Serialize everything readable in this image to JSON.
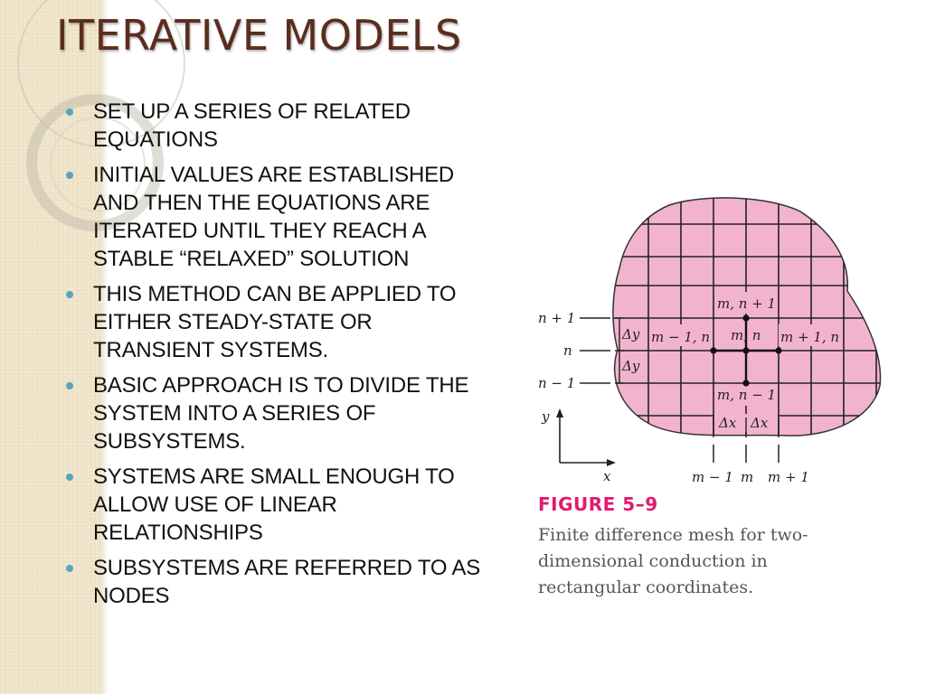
{
  "slide": {
    "title": "ITERATIVE MODELS",
    "bullets": [
      "SET UP A SERIES OF RELATED EQUATIONS",
      "INITIAL VALUES ARE ESTABLISHED AND THEN THE EQUATIONS ARE ITERATED UNTIL THEY REACH A STABLE “RELAXED” SOLUTION",
      "THIS METHOD CAN BE APPLIED TO EITHER STEADY-STATE OR TRANSIENT SYSTEMS.",
      "BASIC APPROACH IS TO DIVIDE THE SYSTEM INTO A SERIES OF SUBSYSTEMS.",
      "SYSTEMS ARE SMALL ENOUGH TO ALLOW USE OF LINEAR RELATIONSHIPS",
      "SUBSYSTEMS ARE REFERRED TO AS NODES"
    ]
  },
  "figure": {
    "label": "FIGURE 5–9",
    "caption": "Finite difference mesh for two-dimensional conduction in rectangular coordinates.",
    "node_labels": {
      "top": "m, n + 1",
      "left": "m − 1, n",
      "center": "m, n",
      "right": "m + 1, n",
      "bottom": "m, n − 1"
    },
    "row_labels": [
      "n + 1",
      "n",
      "n − 1"
    ],
    "col_labels": [
      "m − 1",
      "m",
      "m + 1"
    ],
    "delta_y": "Δy",
    "delta_x": "Δx",
    "axis_x": "x",
    "axis_y": "y"
  },
  "colors": {
    "title": "#5a2d1e",
    "bullet_dot": "#5aa3bf",
    "figure_label": "#e2196e",
    "region_fill": "#f2b3cf",
    "side_band": "#efe4c9"
  }
}
